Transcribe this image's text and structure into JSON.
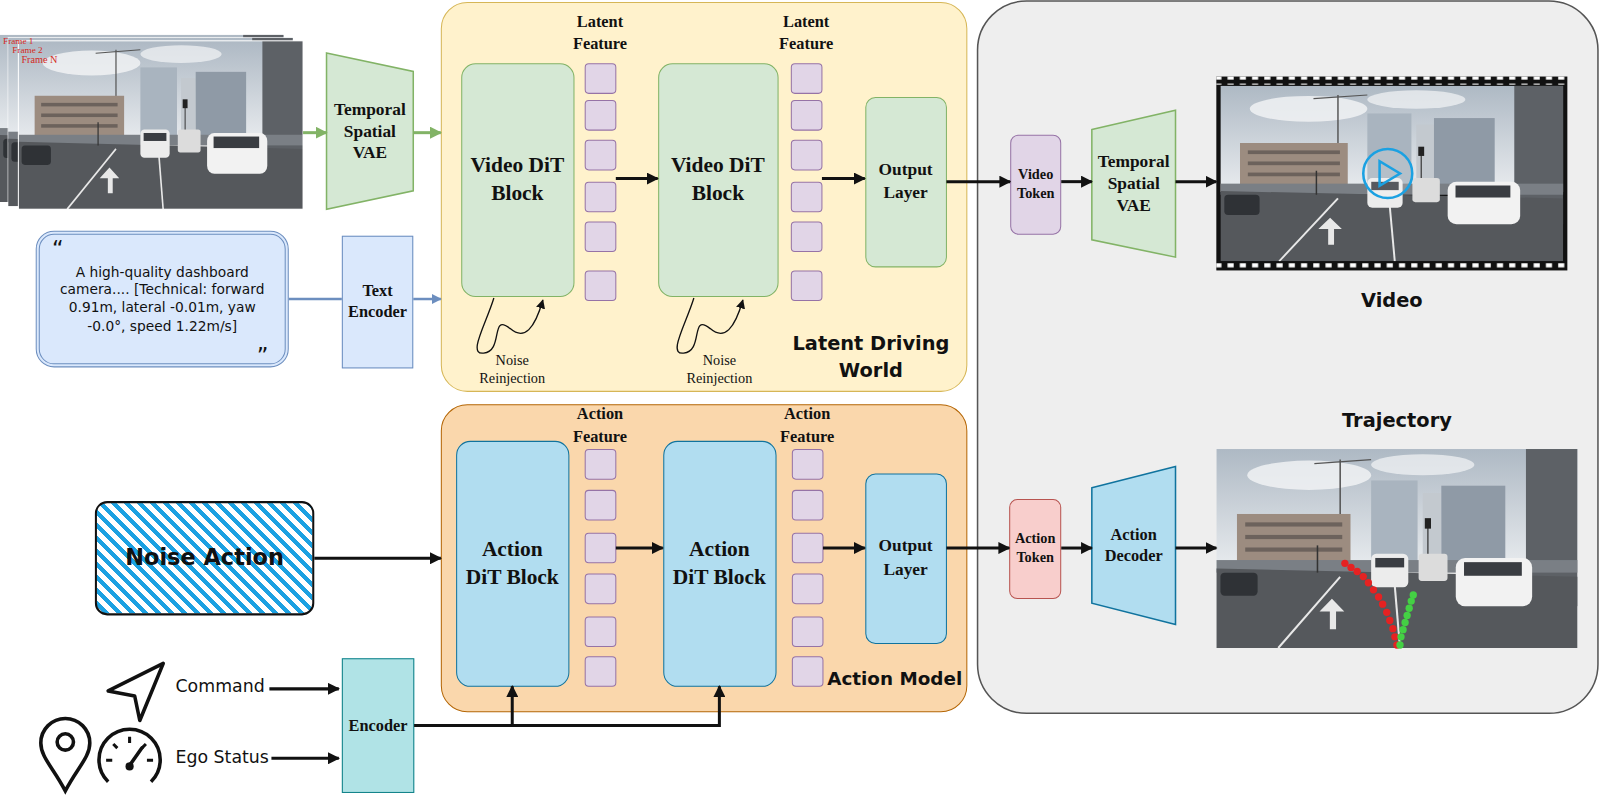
{
  "diagram": {
    "nodes": [
      {
        "text": [
          "Frame 1",
          "Frame 2",
          "Frame N"
        ]
      },
      {
        "text": [
          "Temporal Spatial VAE"
        ]
      },
      {
        "text": [
          "“",
          "A high-quality dashboard camera.... [Technical: forward 0.91m, lateral -0.01m, yaw -0.0°, speed 1.22m/s]",
          "”"
        ]
      },
      {
        "text": [
          "Text Encoder"
        ]
      },
      {
        "text": [
          "Latent Driving World"
        ]
      },
      {
        "text": [
          "Video DiT Block"
        ],
        "in": 4
      },
      {
        "text": [
          "Latent Feature"
        ],
        "in": 4
      },
      {
        "text": [
          "Video DiT Block"
        ],
        "in": 4
      },
      {
        "text": [
          "Latent Feature"
        ],
        "in": 4
      },
      {
        "text": [
          "Output Layer"
        ],
        "in": 4
      },
      {
        "text": [
          "Action Model"
        ]
      },
      {
        "text": [
          "Action DiT Block"
        ],
        "in": 10
      },
      {
        "text": [
          "Action Feature"
        ],
        "in": 10
      },
      {
        "text": [
          "Action DiT Block"
        ],
        "in": 10
      },
      {
        "text": [
          "Action Feature"
        ],
        "in": 10
      },
      {
        "text": [
          "Output Layer"
        ],
        "in": 10
      },
      {
        "text": [
          "Noise Action"
        ]
      },
      {
        "text": [
          "Encoder"
        ]
      },
      {
        "text": [
          "Video Token"
        ]
      },
      {
        "text": [
          "Temporal Spatial VAE"
        ]
      },
      {
        "text": [
          "Video"
        ]
      },
      {
        "text": [
          "Action Token"
        ]
      },
      {
        "text": [
          "Action Decoder"
        ]
      },
      {
        "text": [
          "Trajectory"
        ]
      }
    ],
    "edges": [
      {
        "from": 0,
        "to": 1,
        "arrow": "to"
      },
      {
        "from": 1,
        "to": 4,
        "arrow": "to"
      },
      {
        "from": 2,
        "to": 3,
        "arrow": "none"
      },
      {
        "from": 3,
        "to": 4,
        "arrow": "to"
      },
      {
        "from": 6,
        "to": 7,
        "arrow": "to"
      },
      {
        "from": 8,
        "to": 9,
        "arrow": "to"
      },
      {
        "from": 9,
        "to": 18,
        "arrow": "to"
      },
      {
        "from": 18,
        "to": 19,
        "arrow": "to"
      },
      {
        "from": 19,
        "to": 20,
        "arrow": "to"
      },
      {
        "from": 16,
        "to": 10,
        "arrow": "to"
      },
      {
        "from": 12,
        "to": 13,
        "arrow": "to"
      },
      {
        "from": 14,
        "to": 15,
        "arrow": "to"
      },
      {
        "from": 15,
        "to": 21,
        "arrow": "to"
      },
      {
        "from": 21,
        "to": 22,
        "arrow": "to"
      },
      {
        "from": 22,
        "to": 23,
        "arrow": "to"
      },
      {
        "from": 17,
        "to": 11,
        "arrow": "to"
      },
      {
        "from": 17,
        "to": 13,
        "arrow": "to"
      }
    ],
    "labels": [
      "Noise Reinjection",
      "Noise Reinjection",
      "Command",
      "Ego Status"
    ]
  }
}
